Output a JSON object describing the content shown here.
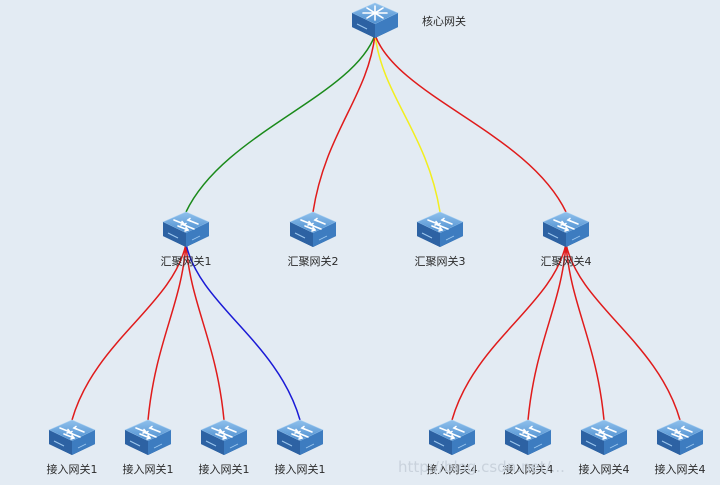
{
  "diagram": {
    "nodes": {
      "core": {
        "id": "core",
        "label": "核心网关",
        "kind": "core"
      },
      "agg1": {
        "id": "agg1",
        "label": "汇聚网关1",
        "kind": "switch"
      },
      "agg2": {
        "id": "agg2",
        "label": "汇聚网关2",
        "kind": "switch"
      },
      "agg3": {
        "id": "agg3",
        "label": "汇聚网关3",
        "kind": "switch"
      },
      "agg4": {
        "id": "agg4",
        "label": "汇聚网关4",
        "kind": "switch"
      },
      "acc1a": {
        "id": "acc1a",
        "label": "接入网关1",
        "kind": "switch"
      },
      "acc1b": {
        "id": "acc1b",
        "label": "接入网关1",
        "kind": "switch"
      },
      "acc1c": {
        "id": "acc1c",
        "label": "接入网关1",
        "kind": "switch"
      },
      "acc1d": {
        "id": "acc1d",
        "label": "接入网关1",
        "kind": "switch"
      },
      "acc4a": {
        "id": "acc4a",
        "label": "接入网关4",
        "kind": "switch"
      },
      "acc4b": {
        "id": "acc4b",
        "label": "接入网关4",
        "kind": "switch"
      },
      "acc4c": {
        "id": "acc4c",
        "label": "接入网关4",
        "kind": "switch"
      },
      "acc4d": {
        "id": "acc4d",
        "label": "接入网关4",
        "kind": "switch"
      }
    },
    "links": [
      {
        "from": "core",
        "to": "agg1",
        "color": "#1a8a1a"
      },
      {
        "from": "core",
        "to": "agg2",
        "color": "#e01b1b"
      },
      {
        "from": "core",
        "to": "agg3",
        "color": "#f2ee1f"
      },
      {
        "from": "core",
        "to": "agg4",
        "color": "#e01b1b"
      },
      {
        "from": "agg1",
        "to": "acc1a",
        "color": "#e01b1b"
      },
      {
        "from": "agg1",
        "to": "acc1b",
        "color": "#e01b1b"
      },
      {
        "from": "agg1",
        "to": "acc1c",
        "color": "#e01b1b"
      },
      {
        "from": "agg1",
        "to": "acc1d",
        "color": "#1a1ad6"
      },
      {
        "from": "agg4",
        "to": "acc4a",
        "color": "#e01b1b"
      },
      {
        "from": "agg4",
        "to": "acc4b",
        "color": "#e01b1b"
      },
      {
        "from": "agg4",
        "to": "acc4c",
        "color": "#e01b1b"
      },
      {
        "from": "agg4",
        "to": "acc4d",
        "color": "#e01b1b"
      }
    ],
    "watermark": "http://blog.csdn.net/..."
  },
  "colors": {
    "background": "#e3ebf3",
    "device_top": "#6ea6da",
    "device_side": "#3a74b3",
    "device_dark": "#2b5d96"
  }
}
